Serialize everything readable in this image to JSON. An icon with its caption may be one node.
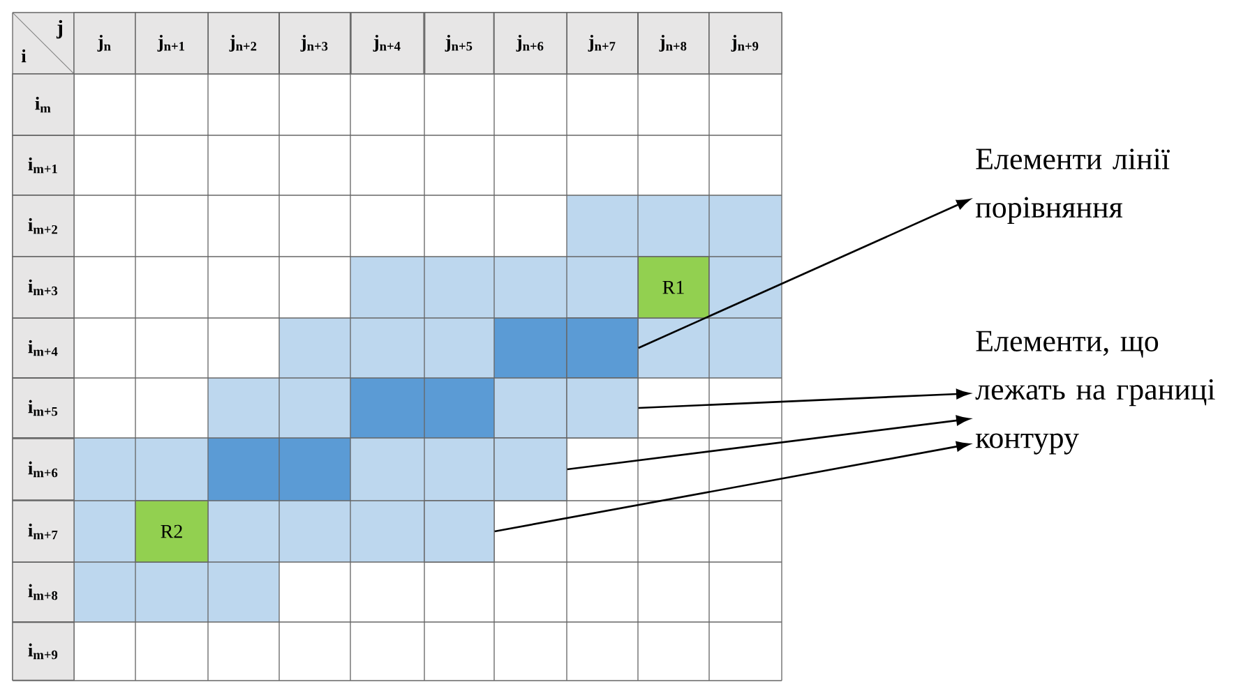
{
  "diagram": {
    "nodes": [
      {
        "text": [
          "Елементи лінії порівняння"
        ]
      },
      {
        "text": [
          "Елементи, що лежать на границі контуру"
        ]
      },
      {
        "text": [],
        "shape": "box"
      },
      {
        "text": [],
        "shape": "box"
      },
      {
        "text": [],
        "shape": "box"
      },
      {
        "text": [],
        "shape": "box"
      }
    ],
    "edges": [
      {
        "from": 2,
        "to": 0,
        "arrow": "to"
      },
      {
        "from": 3,
        "to": 1,
        "arrow": "to"
      },
      {
        "from": 4,
        "to": 1,
        "arrow": "to"
      },
      {
        "from": 5,
        "to": 1,
        "arrow": "to"
      }
    ],
    "labels": [
      "j",
      "i",
      "j$_{n}$",
      "j$_{n+1}$",
      "j$_{n+2}$",
      "j$_{n+3}$",
      "j$_{n+4}$",
      "j$_{n+5}$",
      "j$_{n+6}$",
      "j$_{n+7}$",
      "j$_{n+8}$",
      "j$_{n+9}$",
      "i$_{m}$",
      "i$_{m+1}$",
      "i$_{m+2}$",
      "i$_{m+3}$",
      "R1",
      "i$_{m+4}$",
      "i$_{m+5}$",
      "i$_{m+6}$",
      "i$_{m+7}$",
      "R2",
      "i$_{m+8}$",
      "i$_{m+9}$"
    ]
  }
}
